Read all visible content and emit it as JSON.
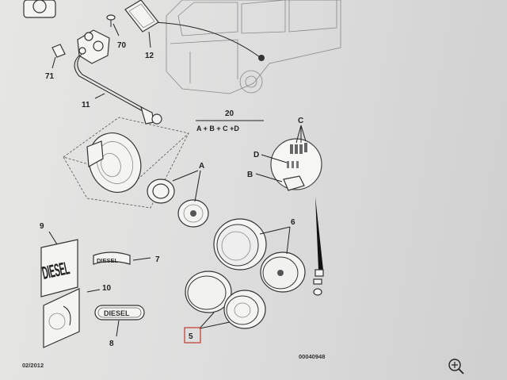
{
  "callouts": {
    "c5": "5",
    "c6": "6",
    "c7": "7",
    "c8": "8",
    "c9": "9",
    "c10": "10",
    "c11": "11",
    "c12": "12",
    "c20": "20",
    "c70": "70",
    "c71": "71",
    "cA": "A",
    "cB": "B",
    "cC": "C",
    "cD": "D"
  },
  "formula": "A + B + C +D",
  "badges": {
    "diesel_large": "DIESEL",
    "diesel_curved": "DIESEL",
    "diesel_oval": "DIESEL"
  },
  "footer": {
    "date": "02/2012",
    "ref": "00040948"
  },
  "icons": {
    "zoom": "zoom-in-icon"
  }
}
